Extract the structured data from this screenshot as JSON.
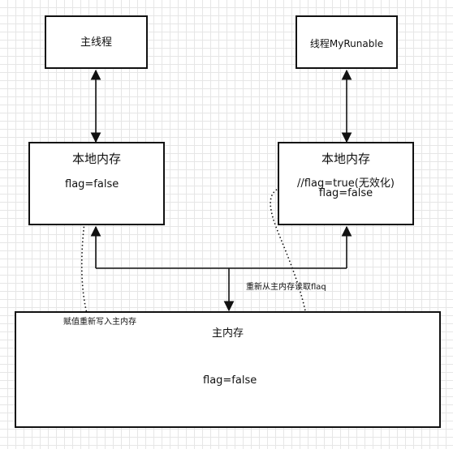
{
  "nodes": {
    "main_thread": {
      "label": "主线程"
    },
    "runnable_thread": {
      "label": "线程MyRunable"
    },
    "local_mem_left": {
      "title": "本地内存",
      "value": "flag=false"
    },
    "local_mem_right": {
      "title": "本地内存",
      "line1": "//flag=true(无效化)",
      "line2": "flag=false"
    },
    "main_mem": {
      "title": "主内存",
      "value": "flag=false"
    }
  },
  "edges": {
    "write_back_label": "赋值重新写入主内存",
    "reread_label": "重新从主内存读取flaq"
  }
}
